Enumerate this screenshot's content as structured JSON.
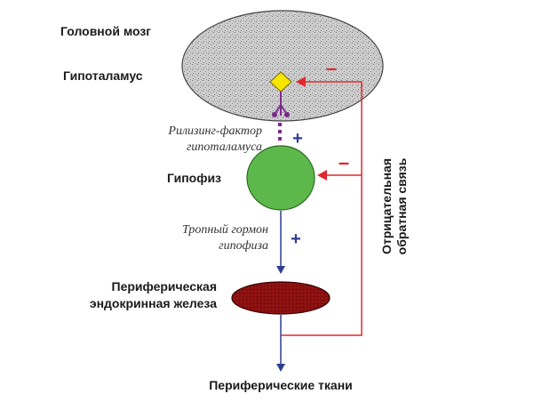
{
  "diagram": {
    "labels": {
      "brain": "Головной мозг",
      "hypothalamus": "Гипоталамус",
      "releasing_factor_line1": "Рилизинг-фактор",
      "releasing_factor_line2": "гипоталамуса",
      "pituitary": "Гипофиз",
      "tropic_hormone_line1": "Тропный гормон",
      "tropic_hormone_line2": "гипофиза",
      "gland_line1": "Периферическая",
      "gland_line2": "эндокринная железа",
      "tissues": "Периферические ткани",
      "feedback_line1": "Отрицательная",
      "feedback_line2": "обратная связь"
    },
    "signs": {
      "plus_releasing": "+",
      "plus_tropic": "+",
      "minus_hypothalamus": "–",
      "minus_pituitary": "–"
    },
    "colors": {
      "brain_fill": "#c8c8c8",
      "hypothalamus_fill": "#f7e600",
      "pituitary_fill": "#5cb84a",
      "gland_fill": "#8b1010",
      "arrow_blue": "#2d3f8f",
      "feedback_red": "#e3262d",
      "dots_purple": "#7b2a8f"
    }
  }
}
